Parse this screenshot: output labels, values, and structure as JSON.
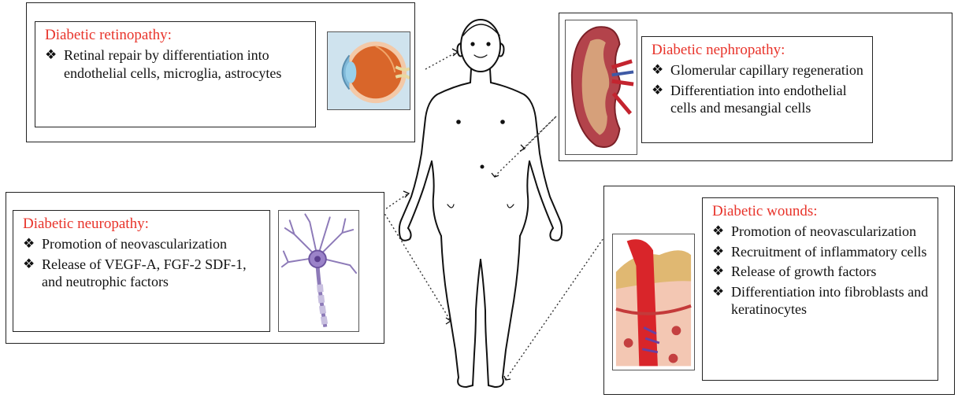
{
  "bullet_glyph": "❖",
  "panels": {
    "retinopathy": {
      "title": "Diabetic retinopathy:",
      "items": [
        "Retinal repair by differentiation into endothelial cells, microglia, astrocytes"
      ]
    },
    "nephropathy": {
      "title": "Diabetic nephropathy:",
      "items": [
        "Glomerular capillary regeneration",
        "Differentiation into endothelial cells and mesangial cells"
      ]
    },
    "neuropathy": {
      "title": "Diabetic neuropathy:",
      "items": [
        "Promotion of neovascularization",
        "Release of VEGF-A, FGF-2 SDF-1, and neutrophic factors"
      ]
    },
    "wounds": {
      "title": "Diabetic wounds:",
      "items": [
        "Promotion of neovascularization",
        "Recruitment of inflammatory cells",
        "Release of growth factors",
        "Differentiation into fibroblasts and keratinocytes"
      ]
    }
  },
  "images": {
    "eye": "eye-illustration",
    "kidney": "kidney-illustration",
    "neuron": "neuron-illustration",
    "skin": "skin-wound-illustration"
  },
  "colors": {
    "title_red": "#e8332a",
    "border": "#222222"
  }
}
